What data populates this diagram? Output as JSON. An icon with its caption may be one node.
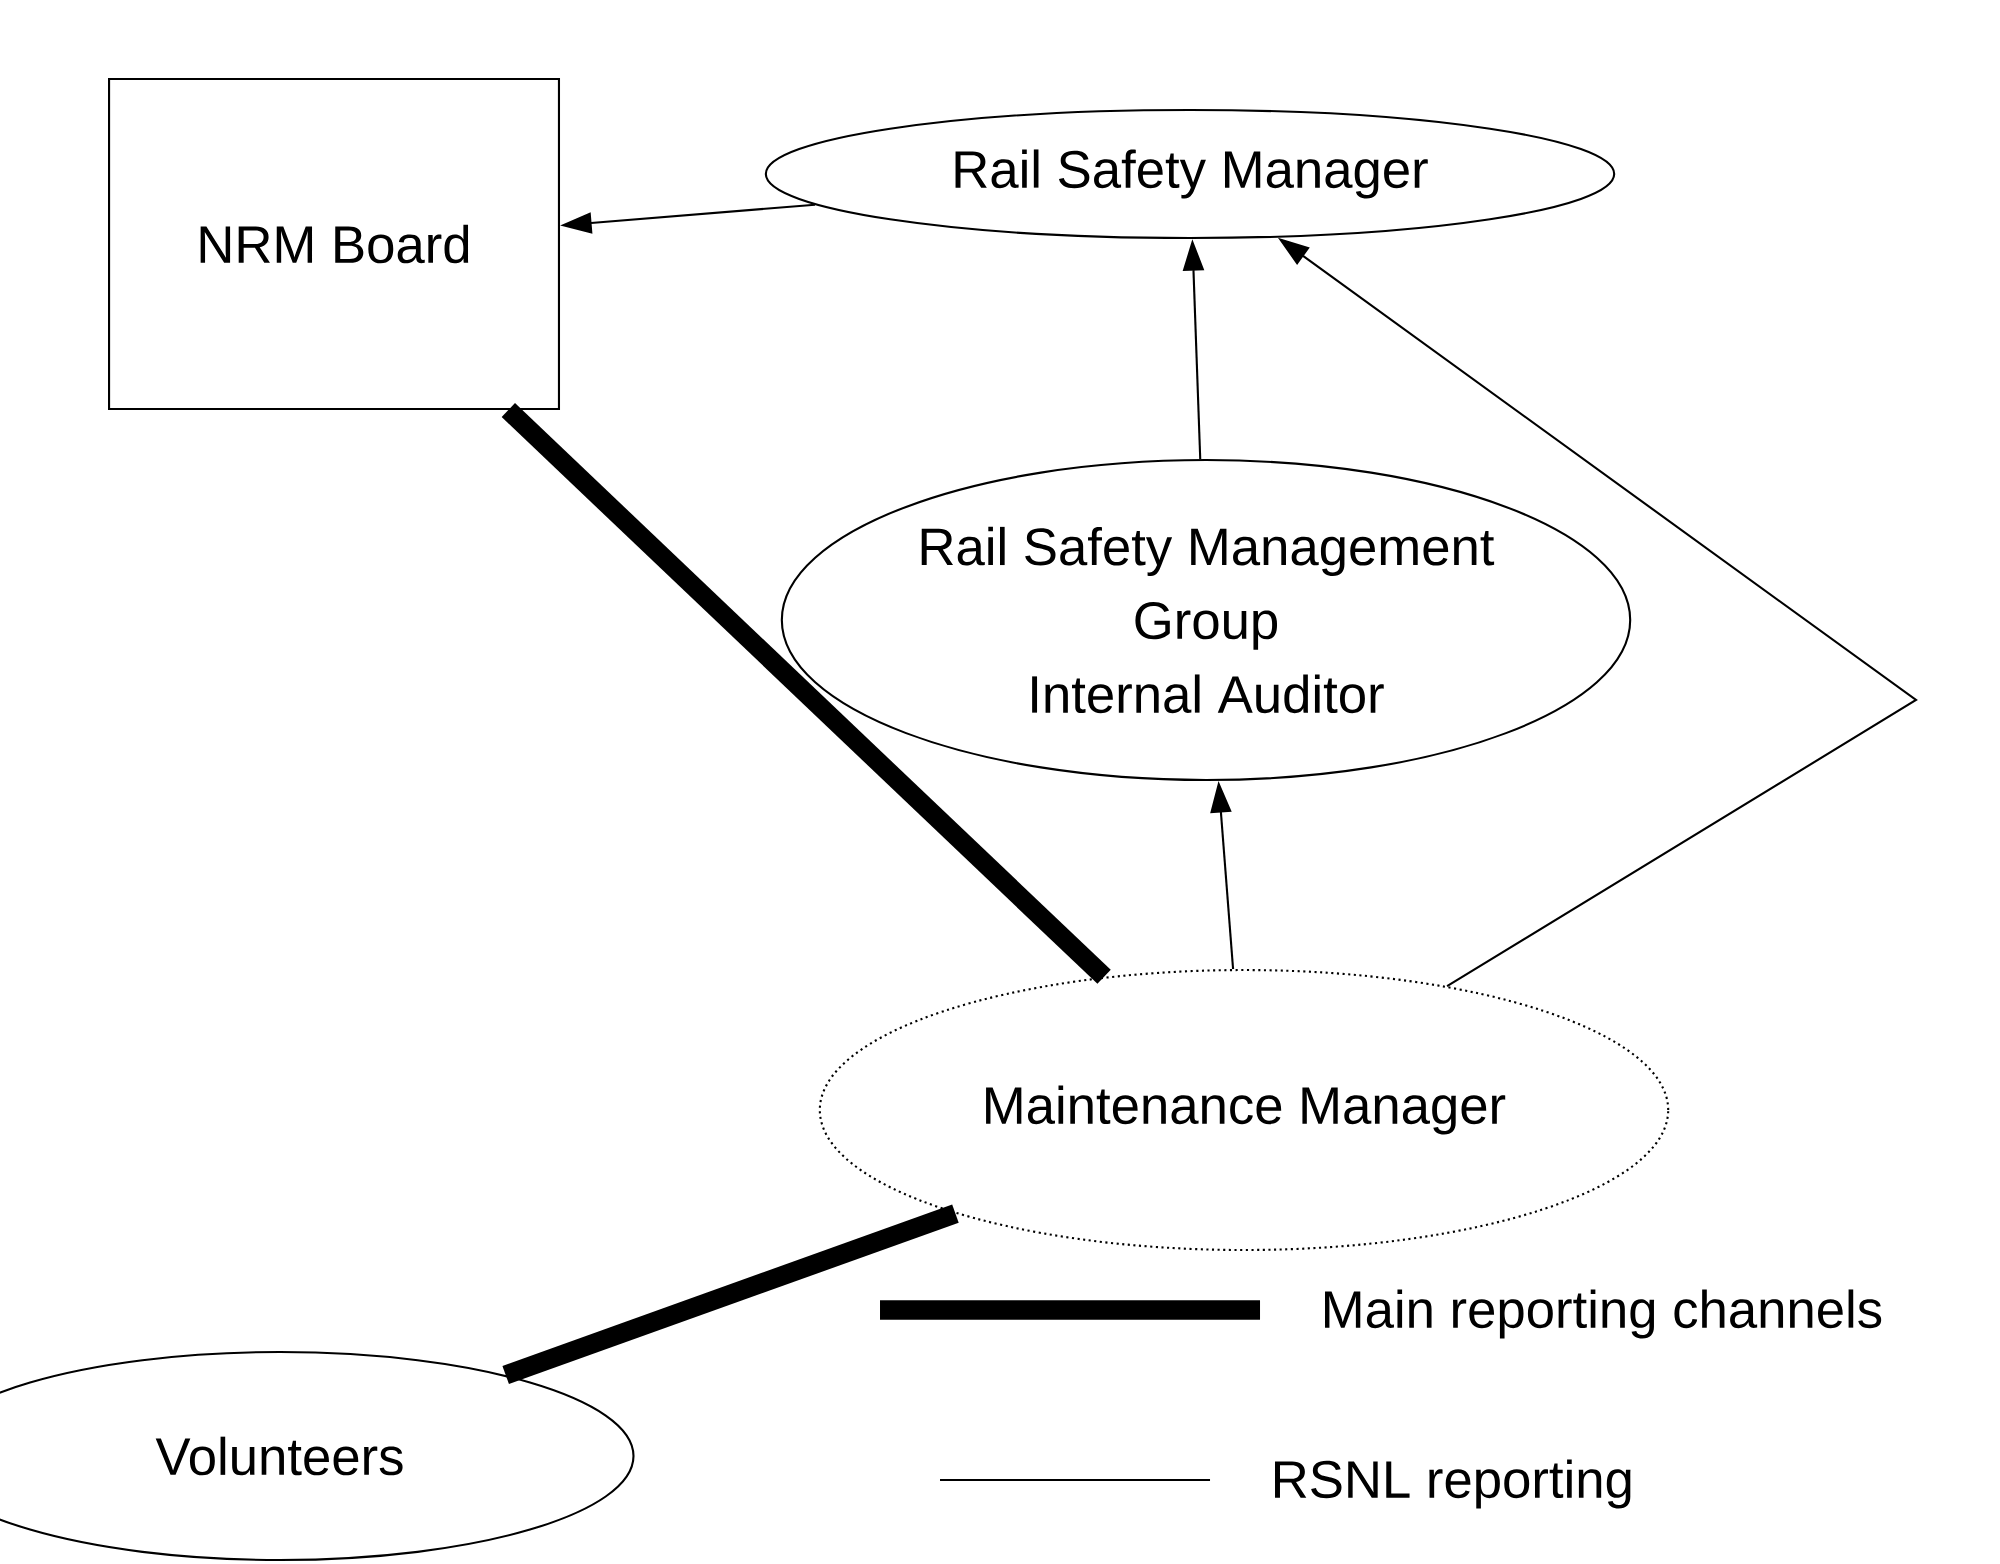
{
  "diagram": {
    "nodes": [
      {
        "text": [
          "NRM Board"
        ]
      },
      {
        "text": [
          "Rail Safety Manager"
        ]
      },
      {
        "text": [
          "Rail Safety Management Group",
          "Internal Auditor"
        ]
      },
      {
        "text": [
          "Maintenance Manager"
        ]
      },
      {
        "text": [
          "Volunteers"
        ]
      }
    ],
    "edges": [
      {
        "from": 1,
        "to": 0,
        "arrow": "to"
      },
      {
        "from": 2,
        "to": 1,
        "arrow": "to"
      },
      {
        "from": 3,
        "to": 2,
        "arrow": "to"
      },
      {
        "from": 3,
        "to": 1,
        "arrow": "to"
      },
      {
        "from": 0,
        "to": 3,
        "arrow": "none",
        "style": "thick"
      },
      {
        "from": 4,
        "to": 3,
        "arrow": "none",
        "style": "thick"
      }
    ],
    "legend": [
      {
        "text": "Main reporting channels"
      },
      {
        "text": "RSNL reporting"
      }
    ]
  }
}
